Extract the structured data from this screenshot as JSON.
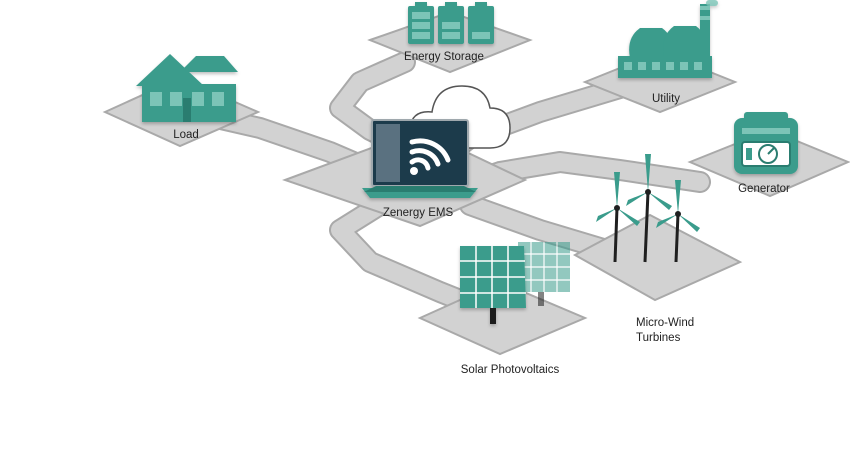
{
  "diagram": {
    "nodes": {
      "energy_storage": "Energy Storage",
      "utility": "Utility",
      "load": "Load",
      "generator": "Generator",
      "ems": "Zenergy EMS",
      "wind_line1": "Micro-Wind",
      "wind_line2": "Turbines",
      "solar": "Solar Photovoltaics"
    },
    "colors": {
      "teal": "#3a9c8c",
      "teal_dark": "#2c7d70",
      "teal_light": "#7cc4b7",
      "path_gray": "#d2d2d2",
      "path_edge": "#a9a9a9",
      "laptop_screen": "#1e3a4c",
      "pole": "#1f1f1f"
    },
    "icons": [
      "battery-icon",
      "factory-icon",
      "house-icon",
      "generator-icon",
      "laptop-wifi-icon",
      "cloud-icon",
      "wind-turbine-icon",
      "solar-panel-icon"
    ]
  }
}
